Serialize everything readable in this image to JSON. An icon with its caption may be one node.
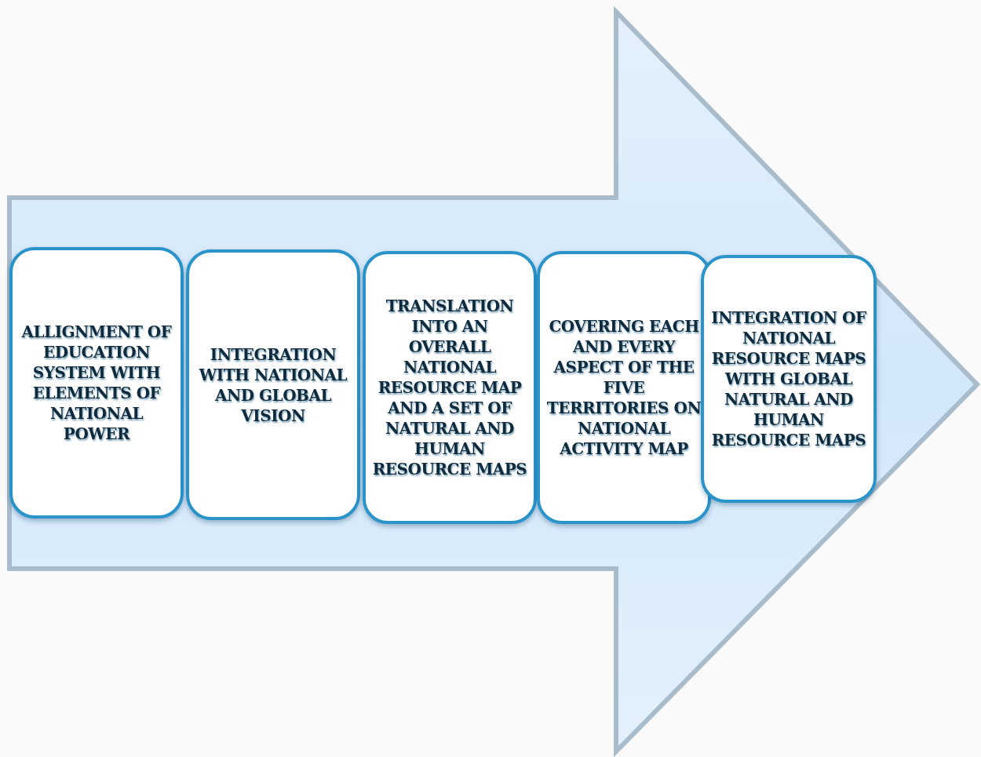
{
  "diagram": {
    "nodes": [
      {
        "text": [
          "ALLIGNMENT OF EDUCATION SYSTEM WITH ELEMENTS OF NATIONAL POWER"
        ]
      },
      {
        "text": [
          "INTEGRATION WITH NATIONAL AND GLOBAL VISION"
        ]
      },
      {
        "text": [
          "TRANSLATION INTO AN OVERALL NATIONAL RESOURCE MAP AND A SET OF NATURAL AND HUMAN RESOURCE MAPS"
        ]
      },
      {
        "text": [
          "COVERING EACH AND EVERY ASPECT OF THE FIVE TERRITORIES ON NATIONAL ACTIVITY MAP"
        ]
      },
      {
        "text": [
          "INTEGRATION OF NATIONAL RESOURCE MAPS WITH GLOBAL NATURAL AND HUMAN RESOURCE MAPS"
        ]
      }
    ]
  }
}
